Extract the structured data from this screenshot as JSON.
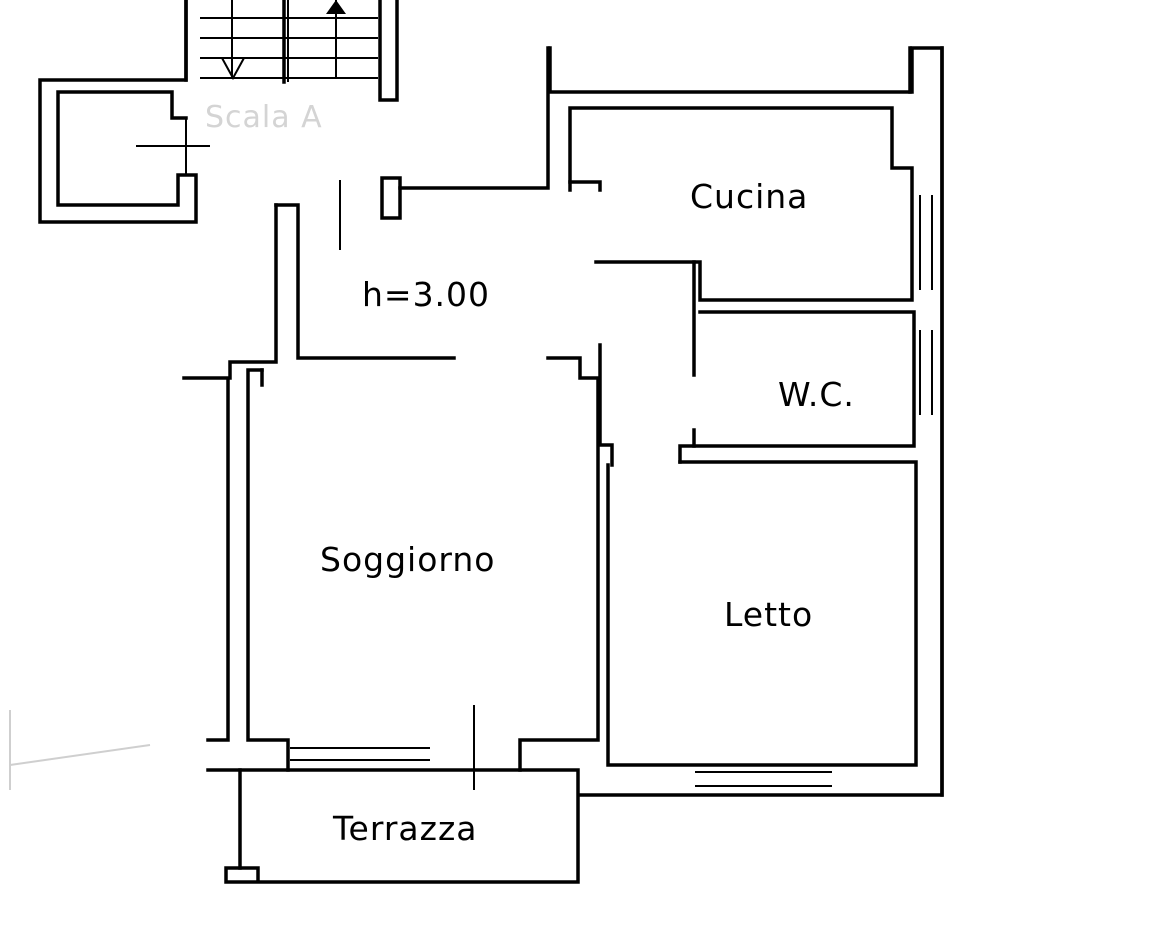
{
  "rooms": {
    "kitchen": "Cucina",
    "wc": "W.C.",
    "living": "Soggiorno",
    "bedroom": "Letto",
    "terrace": "Terrazza"
  },
  "ceiling_height": "h=3.00",
  "stair_label": "Scala A",
  "colors": {
    "ink": "#000000",
    "paper": "#ffffff",
    "faint": "#d4d4d4"
  },
  "icons": [
    "stair-down-arrow-icon",
    "stair-up-arrow-icon"
  ]
}
